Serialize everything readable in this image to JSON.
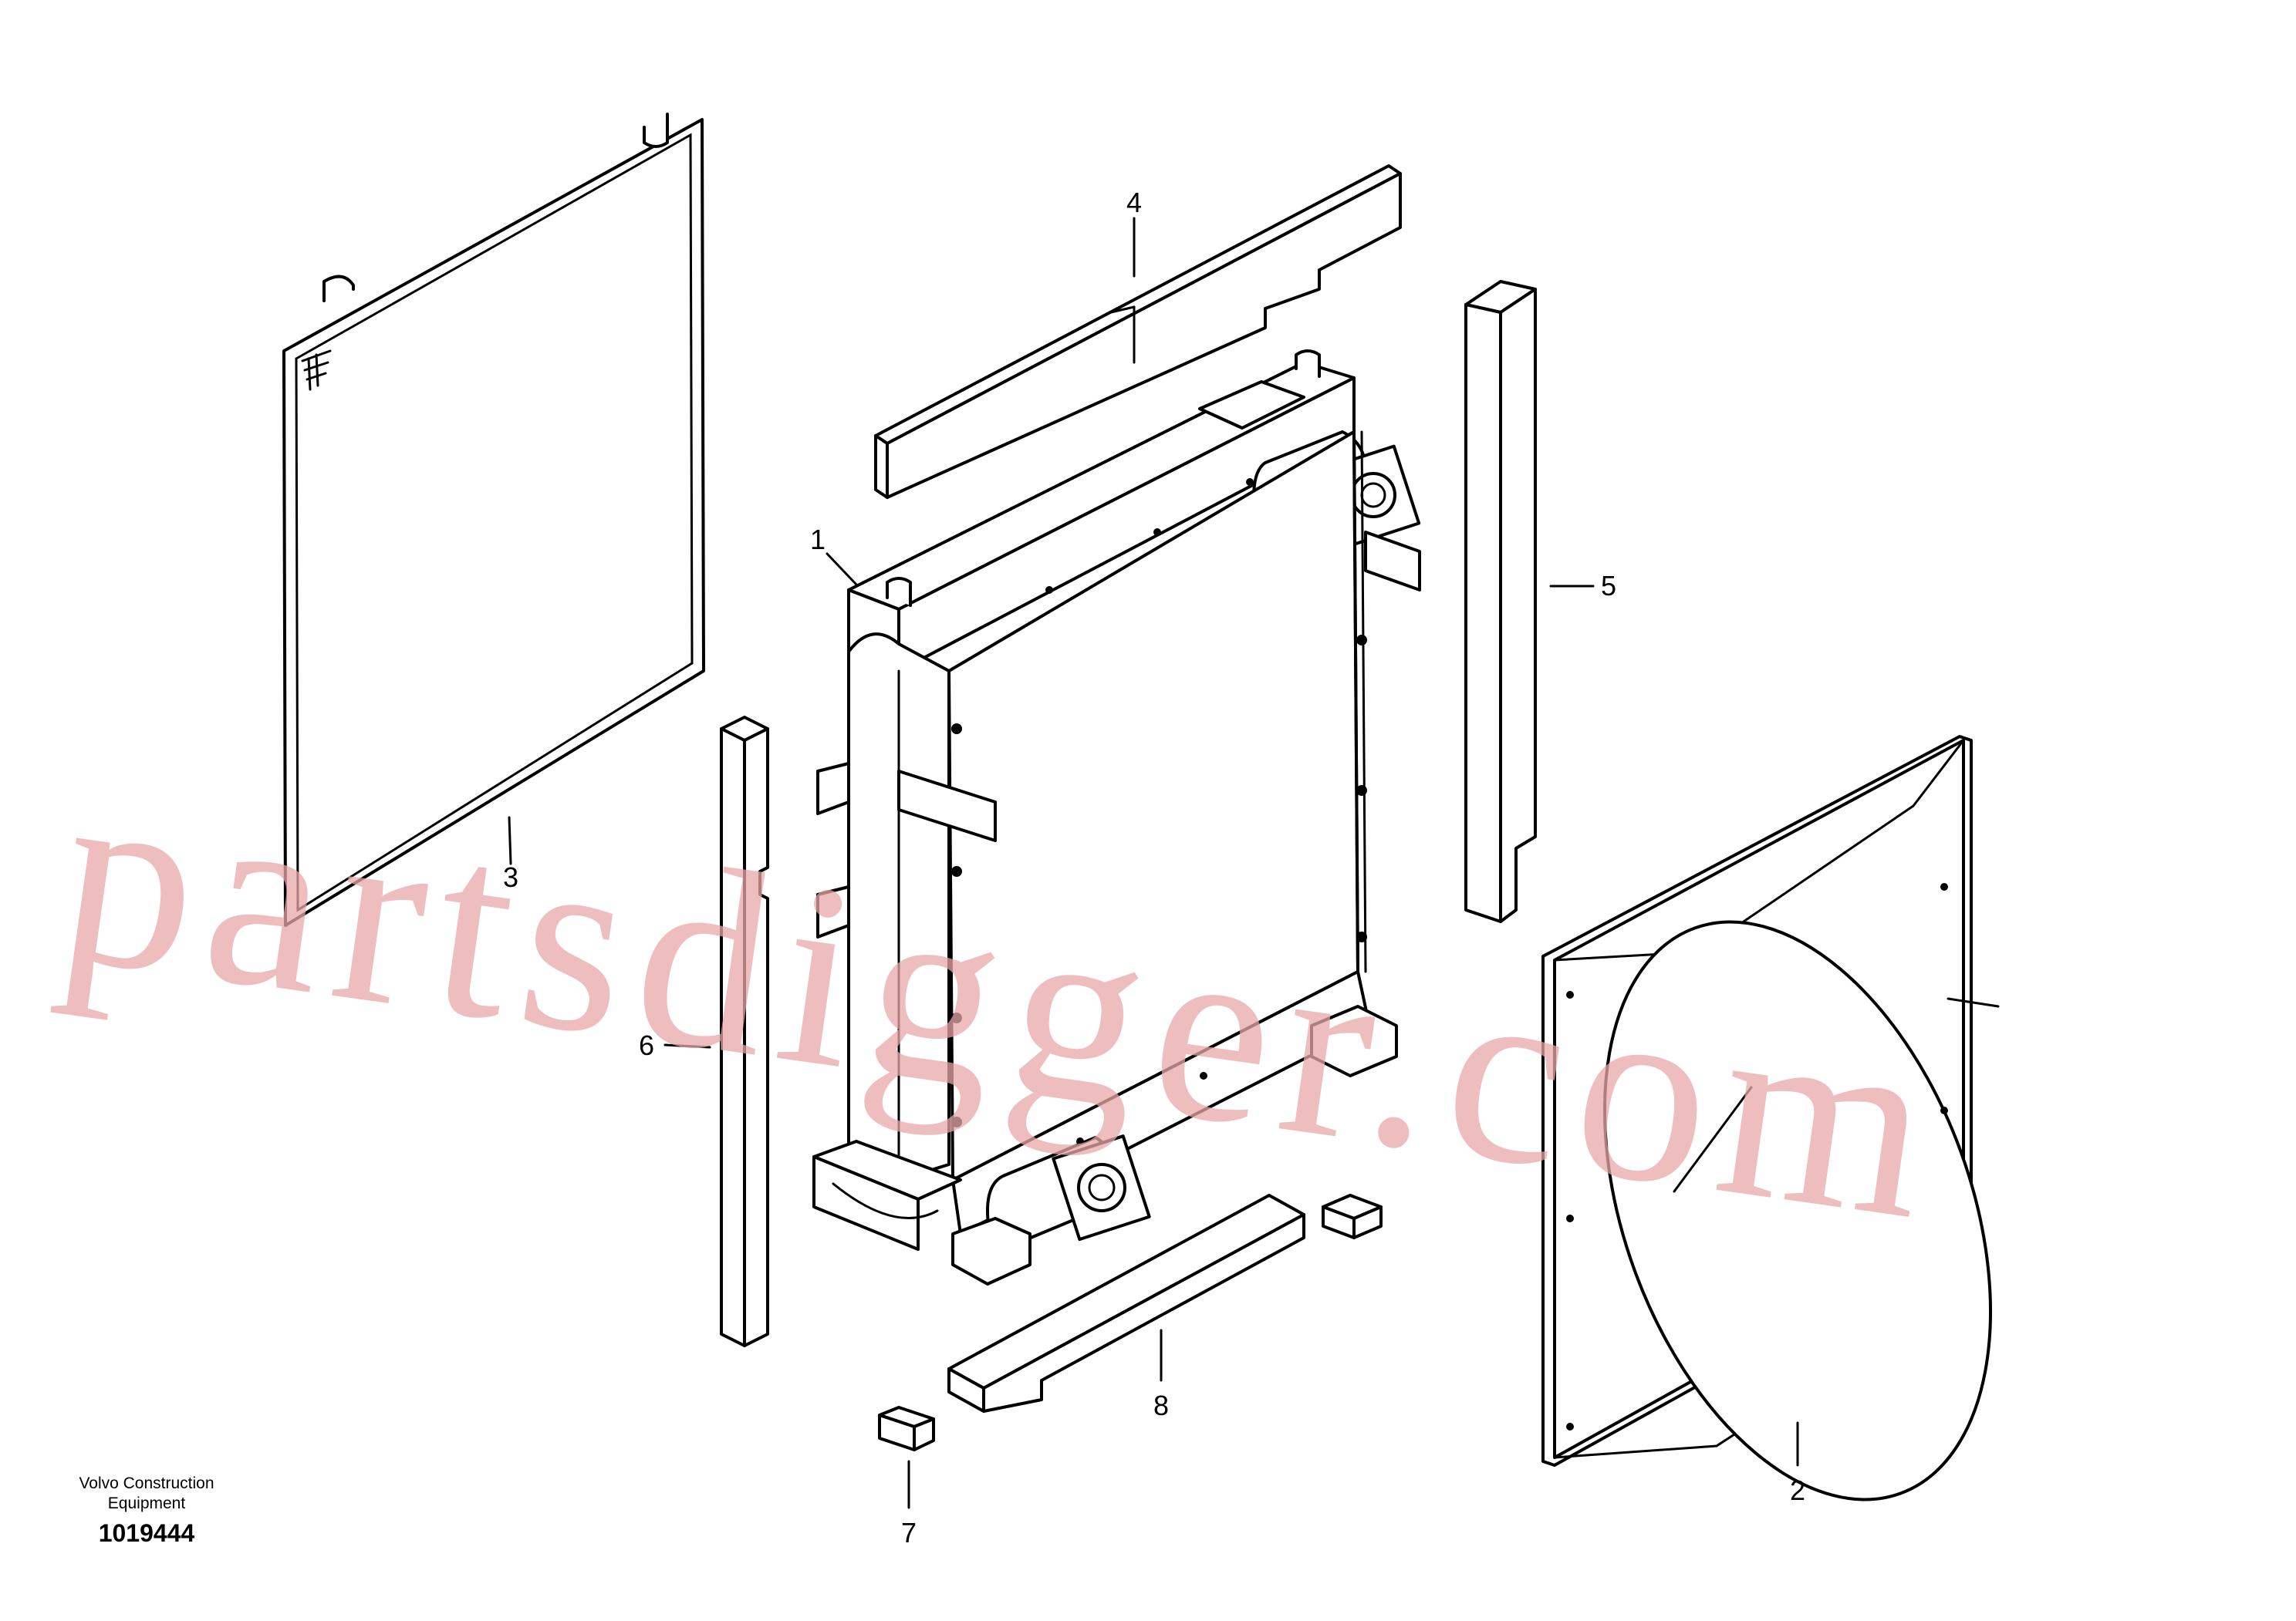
{
  "callouts": [
    {
      "id": "1",
      "label": "1"
    },
    {
      "id": "2",
      "label": "2"
    },
    {
      "id": "3",
      "label": "3"
    },
    {
      "id": "4",
      "label": "4"
    },
    {
      "id": "5",
      "label": "5"
    },
    {
      "id": "6",
      "label": "6"
    },
    {
      "id": "7",
      "label": "7"
    },
    {
      "id": "8",
      "label": "8"
    }
  ],
  "watermark": "partsdigger.com",
  "footer": {
    "brand_line1": "Volvo Construction",
    "brand_line2": "Equipment",
    "drawing_number": "1019444"
  },
  "colors": {
    "line": "#000000",
    "background": "#ffffff",
    "watermark": "#e8a8a8"
  }
}
